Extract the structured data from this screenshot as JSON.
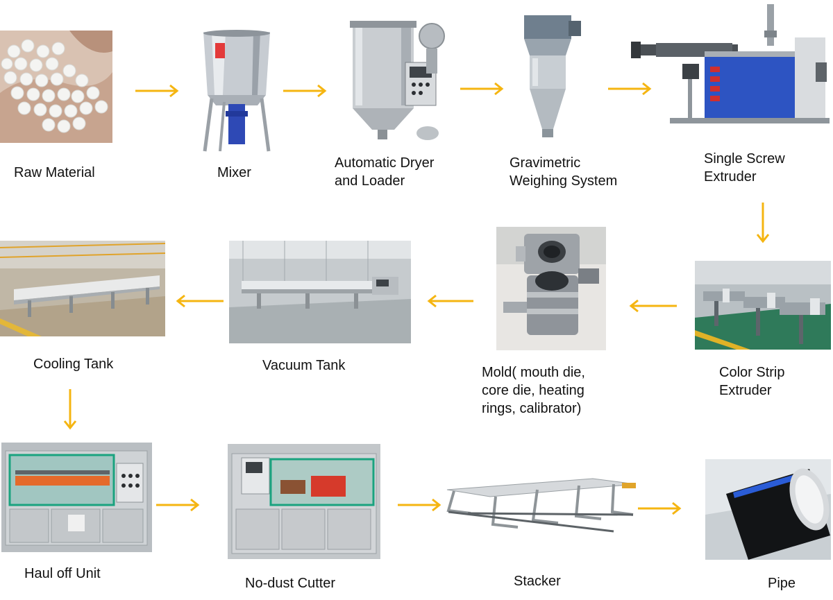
{
  "colors": {
    "arrow": "#F5B511",
    "text": "#111111",
    "background": "#FFFFFF"
  },
  "steps": {
    "raw_material": {
      "label": "Raw  Material"
    },
    "mixer": {
      "label": "Mixer"
    },
    "dryer_loader": {
      "label": "Automatic Dryer\nand Loader"
    },
    "gravimetric": {
      "label": "Gravimetric\nWeighing System"
    },
    "single_screw": {
      "label": "Single Screw\nExtruder"
    },
    "color_strip": {
      "label": "Color Strip\nExtruder"
    },
    "mold": {
      "label": "Mold( mouth die,\ncore die, heating\nrings, calibrator)"
    },
    "vacuum_tank": {
      "label": "Vacuum Tank"
    },
    "cooling_tank": {
      "label": "Cooling Tank"
    },
    "haul_off": {
      "label": "Haul off Unit"
    },
    "cutter": {
      "label": "No-dust Cutter"
    },
    "stacker": {
      "label": "Stacker"
    },
    "pipe": {
      "label": "Pipe"
    }
  }
}
